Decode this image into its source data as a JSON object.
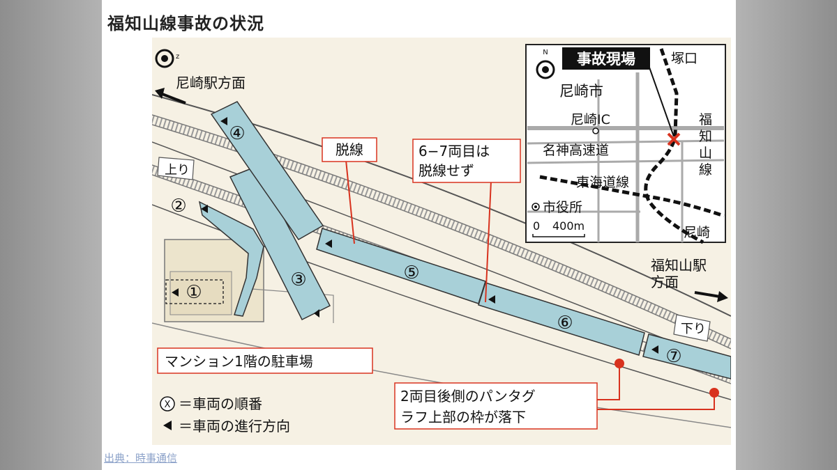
{
  "page": {
    "headline": "福知山線事故の状況",
    "source": "出典：時事通信"
  },
  "diagram": {
    "direction_amagasaki": "尼崎駅方面",
    "direction_fukuchiyama_line1": "福知山駅",
    "direction_fukuchiyama_line2": "方面",
    "track_up": "上り",
    "track_down": "下り",
    "derail_label": "脱線",
    "no_derail_line1": "6−7両目は",
    "no_derail_line2": "脱線せず",
    "parking_label": "マンション1階の駐車場",
    "pantograph_line1": "2両目後側のパンタグ",
    "pantograph_line2": "ラフ上部の枠が落下",
    "legend_number": "＝車両の順番",
    "legend_number_symbol": "X",
    "legend_direction": "＝車両の進行方向",
    "cars": [
      "①",
      "②",
      "③",
      "④",
      "⑤",
      "⑥",
      "⑦"
    ],
    "colors": {
      "car_fill": "#a8d0d8",
      "accent_red": "#d8321e",
      "ground": "#f6f1e4",
      "track": "#bfbfbf"
    }
  },
  "inset": {
    "title": "事故現場",
    "city": "尼崎市",
    "ic": "尼崎IC",
    "highway": "名神高速道",
    "tokaido": "東海道線",
    "tsukaguchi": "塚口",
    "fukuchiyama_line": [
      "福",
      "知",
      "山",
      "線"
    ],
    "city_hall": "市役所",
    "scale_zero": "0",
    "scale_value": "400m",
    "amagasaki": "尼崎",
    "north": "N"
  }
}
